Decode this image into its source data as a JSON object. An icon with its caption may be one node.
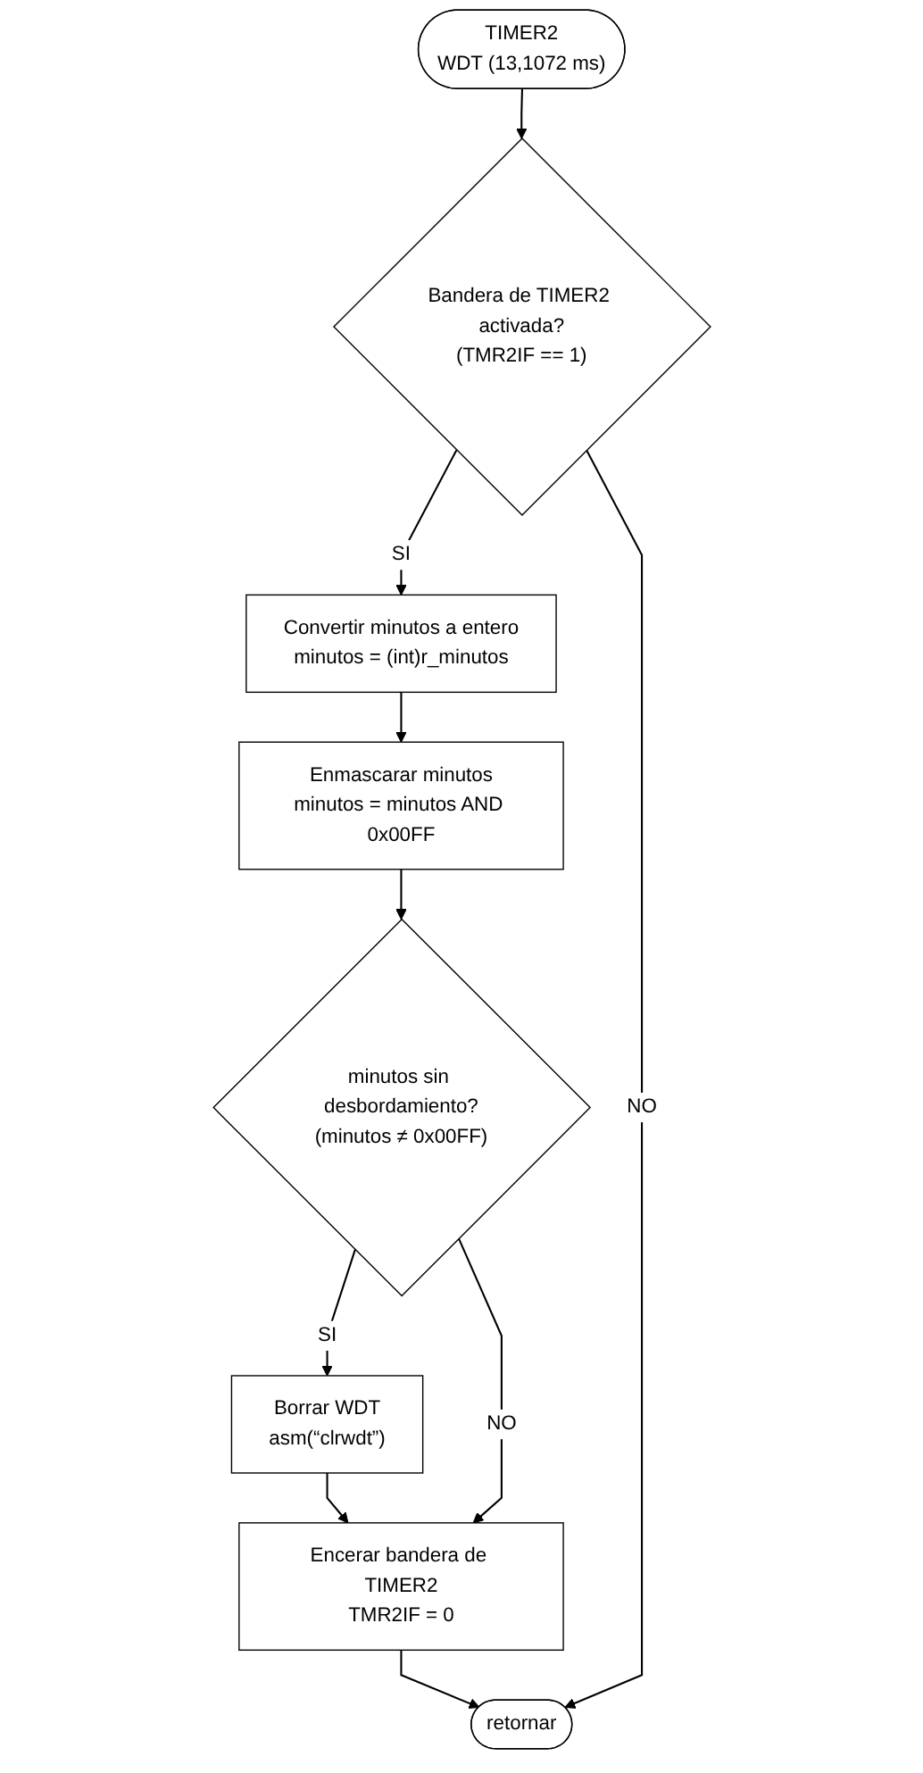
{
  "diagram": {
    "nodes": [
      {
        "text": [
          "TIMER2",
          "WDT (13,1072 ms)"
        ]
      },
      {
        "text": [
          "Bandera de TIMER2 activada?",
          "(TMR2IF == 1)"
        ]
      },
      {
        "text": [
          "Convertir minutos a entero",
          "minutos = (int)r_minutos"
        ]
      },
      {
        "text": [
          "Enmascarar minutos",
          "minutos = minutos AND 0x00FF"
        ]
      },
      {
        "text": [
          "minutos sin desbordamiento?",
          "(minutos ≠ 0x00FF)"
        ]
      },
      {
        "text": [
          "Borrar WDT",
          "asm(“clrwdt”)"
        ]
      },
      {
        "text": [
          "Encerar bandera de TIMER2",
          "TMR2IF = 0"
        ]
      },
      {
        "text": [
          "retornar"
        ]
      }
    ],
    "edges": [
      {
        "from": 0,
        "to": 1,
        "arrow": "to"
      },
      {
        "from": 1,
        "to": 2,
        "arrow": "to",
        "label": "SI"
      },
      {
        "from": 2,
        "to": 3,
        "arrow": "to"
      },
      {
        "from": 3,
        "to": 4,
        "arrow": "to"
      },
      {
        "from": 4,
        "to": 5,
        "arrow": "to",
        "label": "SI"
      },
      {
        "from": 5,
        "to": 6,
        "arrow": "to"
      },
      {
        "from": 4,
        "to": 6,
        "arrow": "to",
        "label": "NO"
      },
      {
        "from": 6,
        "to": 7,
        "arrow": "to"
      },
      {
        "from": 1,
        "to": 7,
        "arrow": "to",
        "label": "NO"
      }
    ]
  }
}
